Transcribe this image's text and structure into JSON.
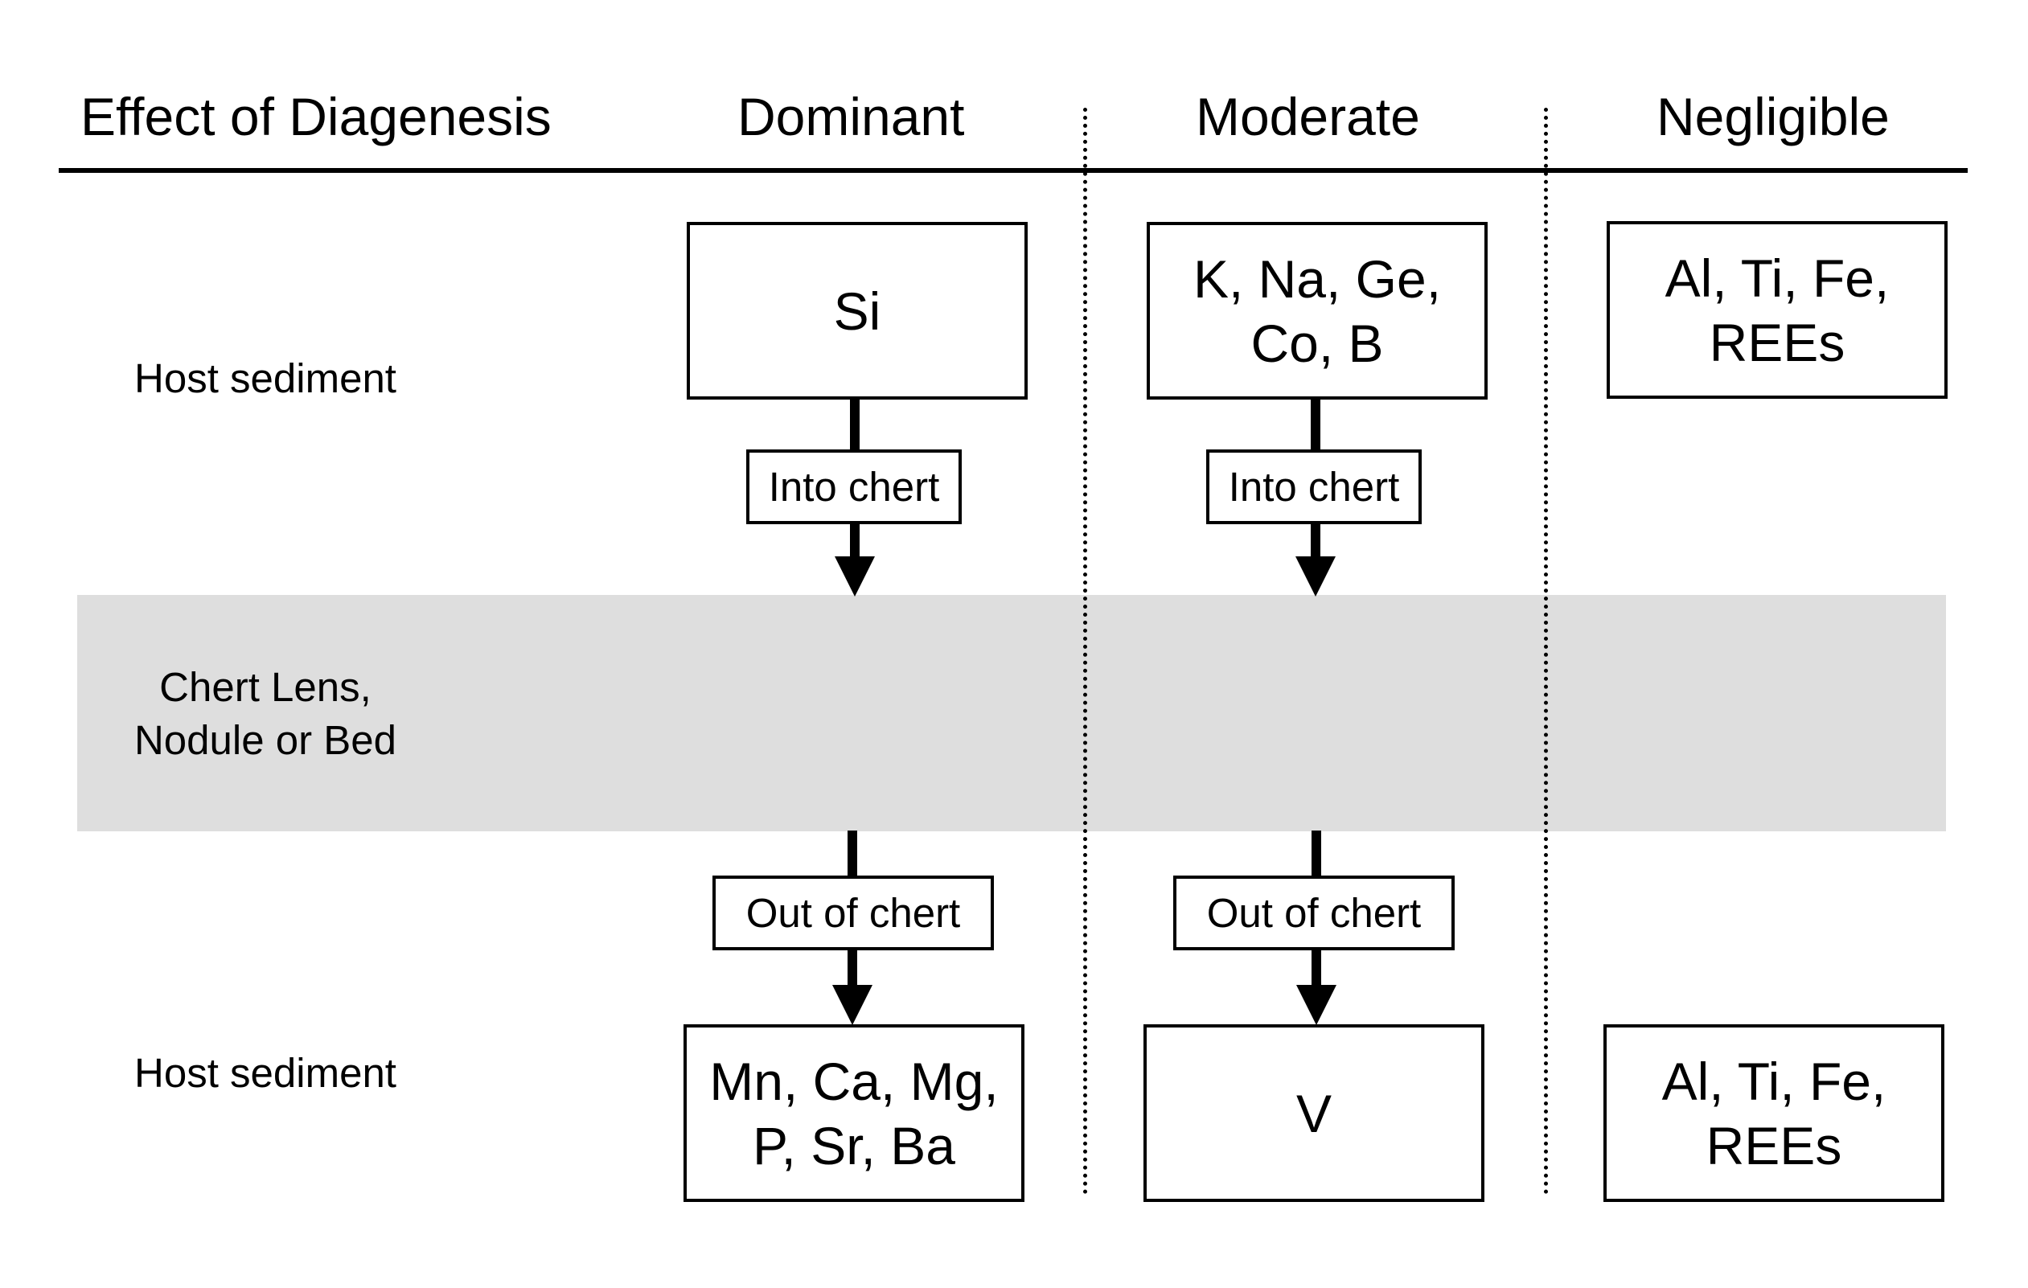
{
  "header": {
    "row_label": "Effect of Diagenesis",
    "columns": [
      "Dominant",
      "Moderate",
      "Negligible"
    ]
  },
  "rows": {
    "top_label": "Host sediment",
    "middle_label_line1": "Chert Lens,",
    "middle_label_line2": "Nodule or Bed",
    "bottom_label": "Host sediment"
  },
  "top_boxes": {
    "dominant": [
      "Si"
    ],
    "moderate": [
      "K, Na, Ge,",
      "Co, B"
    ],
    "negligible": [
      "Al, Ti, Fe,",
      "REEs"
    ]
  },
  "bottom_boxes": {
    "dominant": [
      "Mn, Ca, Mg,",
      "P, Sr, Ba"
    ],
    "moderate": [
      "V"
    ],
    "negligible": [
      "Al, Ti, Fe,",
      "REEs"
    ]
  },
  "arrow_labels": {
    "into": "Into chert",
    "out": "Out of chert"
  }
}
